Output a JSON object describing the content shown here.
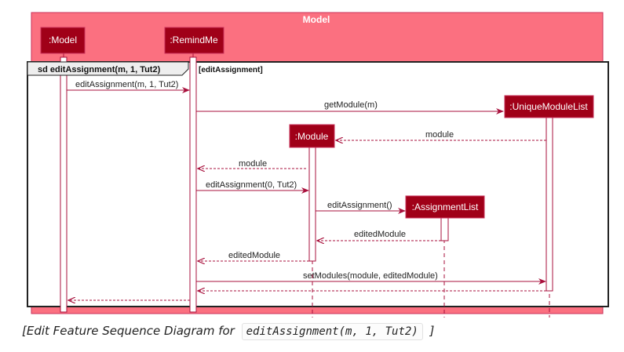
{
  "diagram": {
    "box_title": "Model",
    "frame_title": "sd editAssignment(m, 1, Tut2)",
    "frame_guard": "[editAssignment]",
    "participants": [
      ":Model",
      ":RemindMe",
      ":UniqueModuleList",
      ":Module",
      ":AssignmentList"
    ],
    "messages": [
      "editAssignment(m, 1, Tut2)",
      "getModule(m)",
      "module",
      "module",
      "editAssignment(0, Tut2)",
      "editAssignment()",
      "editedModule",
      "editedModule",
      "setModules(module, editedModule)"
    ],
    "colors": {
      "box_fill": "#fb7080",
      "box_border": "#c8305a",
      "participant": "#a00018",
      "arrow": "#a8103c"
    }
  },
  "caption": {
    "prefix": "[Edit Feature Sequence Diagram for",
    "code": "editAssignment(m, 1, Tut2)",
    "suffix": "]"
  }
}
